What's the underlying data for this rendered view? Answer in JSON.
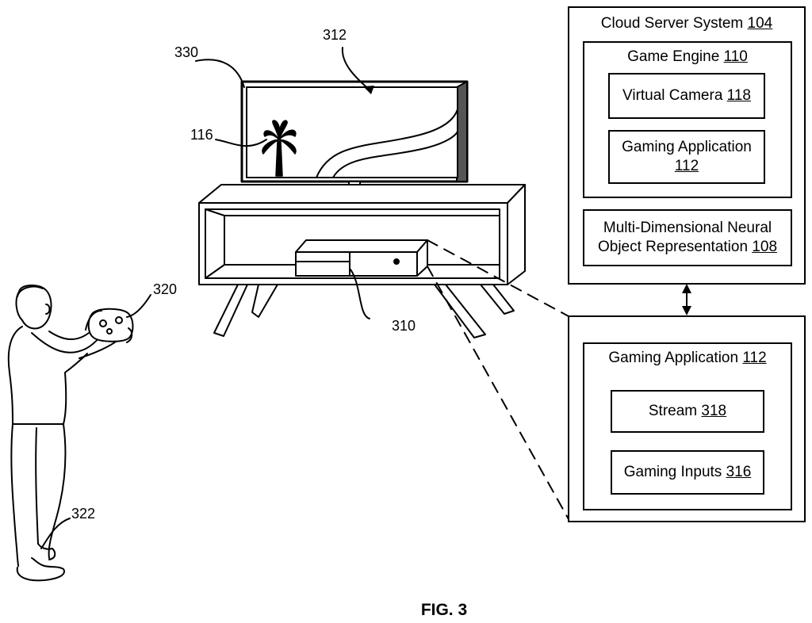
{
  "cloud_server": {
    "label": "Cloud Server System",
    "ref": "104"
  },
  "game_engine": {
    "label": "Game Engine",
    "ref": "110"
  },
  "virtual_camera": {
    "label": "Virtual Camera",
    "ref": "118"
  },
  "gaming_app_engine": {
    "label": "Gaming Application",
    "ref": "112"
  },
  "neural_rep": {
    "line1": "Multi-Dimensional Neural",
    "line2": "Object Representation",
    "ref": "108"
  },
  "gaming_app_device": {
    "label": "Gaming Application",
    "ref": "112"
  },
  "stream": {
    "label": "Stream",
    "ref": "318"
  },
  "gaming_inputs": {
    "label": "Gaming Inputs",
    "ref": "316"
  },
  "callouts": {
    "tv_screen": "312",
    "tv_frame": "330",
    "palm_tree": "116",
    "controller": "320",
    "console": "310",
    "user": "322"
  },
  "figure_label": "FIG. 3"
}
